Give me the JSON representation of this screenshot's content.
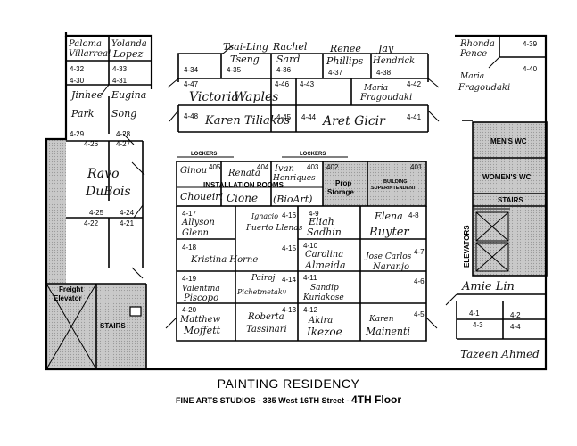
{
  "footer": {
    "title": "PAINTING RESIDENCY",
    "subtitle": "FINE ARTS STUDIOS - 335 West 16TH Street -",
    "floor": "4TH Floor"
  },
  "rooms": {
    "r432": {
      "num": "4-32",
      "names": [
        "Paloma",
        "Villarreal"
      ]
    },
    "r433": {
      "num": "4-33",
      "names": [
        "Yolanda",
        "Lopez"
      ]
    },
    "r430": {
      "num": "4-30",
      "names": [
        "Jinhee",
        "Park"
      ]
    },
    "r431": {
      "num": "4-31",
      "names": [
        "Eugina",
        "Song"
      ]
    },
    "r429": {
      "num": "4-29"
    },
    "r428": {
      "num": "4-28"
    },
    "r426": {
      "num": "4-26",
      "names": [
        "Ravo",
        "DuBois"
      ]
    },
    "r427": {
      "num": "4-27"
    },
    "r425": {
      "num": "4-25"
    },
    "r424": {
      "num": "4-24"
    },
    "r422": {
      "num": "4-22"
    },
    "r421": {
      "num": "4-21"
    },
    "r434": {
      "num": "4-34"
    },
    "r435": {
      "num": "4-35",
      "names": [
        "Tsai-Ling",
        "Tseng"
      ]
    },
    "r436": {
      "num": "4-36",
      "names": [
        "Rachel",
        "Sard"
      ]
    },
    "r437": {
      "num": "4-37",
      "names": [
        "Renee",
        "Phillips"
      ]
    },
    "r438": {
      "num": "4-38",
      "names": [
        "Jay",
        "Hendrick"
      ]
    },
    "r439": {
      "num": "4-39",
      "names": [
        "Rhonda",
        "Pence"
      ]
    },
    "r440": {
      "num": "4-40",
      "names": [
        "Maria",
        "Fragoudaki"
      ]
    },
    "r447": {
      "num": "4-47",
      "names": [
        "Victoria"
      ]
    },
    "r446": {
      "num": "4-46",
      "names": [
        "Waples"
      ]
    },
    "r443": {
      "num": "4-43"
    },
    "r442": {
      "num": "4-42",
      "names": [
        "Maria",
        "Fragoudaki"
      ]
    },
    "r448": {
      "num": "4-48",
      "names": [
        "Karen Tiliakos"
      ]
    },
    "r445": {
      "num": "4-45"
    },
    "r444": {
      "num": "4-44",
      "names": [
        "Aret Gicir"
      ]
    },
    "r441": {
      "num": "4-41"
    },
    "r405": {
      "num": "405",
      "names": [
        "Ginou",
        "Choueiri"
      ]
    },
    "r404": {
      "num": "404",
      "names": [
        "Renata",
        "Cione"
      ]
    },
    "r403": {
      "num": "403",
      "names": [
        "Ivan",
        "Henriques",
        "(BioArt)"
      ]
    },
    "r402": {
      "num": "402",
      "label": "Prop Storage"
    },
    "r401": {
      "num": "401",
      "label": "BUILDING SUPERINTENDENT"
    },
    "r417": {
      "num": "4-17",
      "names": [
        "Allyson",
        "Glenn"
      ]
    },
    "r416": {
      "num": "4-16",
      "names": [
        "Ignacio",
        "Puerto Llenas"
      ]
    },
    "r49": {
      "num": "4-9",
      "names": [
        "Eliah",
        "Sadhin"
      ]
    },
    "r48": {
      "num": "4-8",
      "names": [
        "Elena",
        "Ruyter"
      ]
    },
    "r418": {
      "num": "4-18",
      "names": [
        "Kristina Horne"
      ]
    },
    "r415": {
      "num": "4-15"
    },
    "r410": {
      "num": "4-10",
      "names": [
        "Carolina",
        "Almeida"
      ]
    },
    "r47": {
      "num": "4-7",
      "names": [
        "Jose Carlos",
        "Naranjo"
      ]
    },
    "r419": {
      "num": "4-19",
      "names": [
        "Valentina",
        "Piscopo"
      ]
    },
    "r414": {
      "num": "4-14",
      "names": [
        "Pairoj",
        "Pichetmetakv"
      ]
    },
    "r411": {
      "num": "4-11",
      "names": [
        "Sandip",
        "Kuriakose"
      ]
    },
    "r46": {
      "num": "4-6"
    },
    "r420": {
      "num": "4-20",
      "names": [
        "Matthew",
        "Moffett"
      ]
    },
    "r413": {
      "num": "4-13",
      "names": [
        "Roberta",
        "Tassinari"
      ]
    },
    "r412": {
      "num": "4-12",
      "names": [
        "Akira",
        "Ikezoe"
      ]
    },
    "r45": {
      "num": "4-5",
      "names": [
        "Karen",
        "Mainenti"
      ]
    },
    "r41": {
      "num": "4-1"
    },
    "r42": {
      "num": "4-2"
    },
    "r43": {
      "num": "4-3"
    },
    "r44": {
      "num": "4-4"
    }
  },
  "labels": {
    "lockers_left": "LOCKERS",
    "lockers_right": "LOCKERS",
    "installation_rooms": "INSTALLATION ROOMS",
    "mens_wc": "MEN'S WC",
    "womens_wc": "WOMEN'S WC",
    "stairs_right": "STAIRS",
    "elevators": "ELEVATORS",
    "freight_elevator": [
      "Freight",
      "Elevator"
    ],
    "stairs_left": "STAIRS",
    "amie": "Amie Lin",
    "tazeen": "Tazeen Ahmed"
  }
}
